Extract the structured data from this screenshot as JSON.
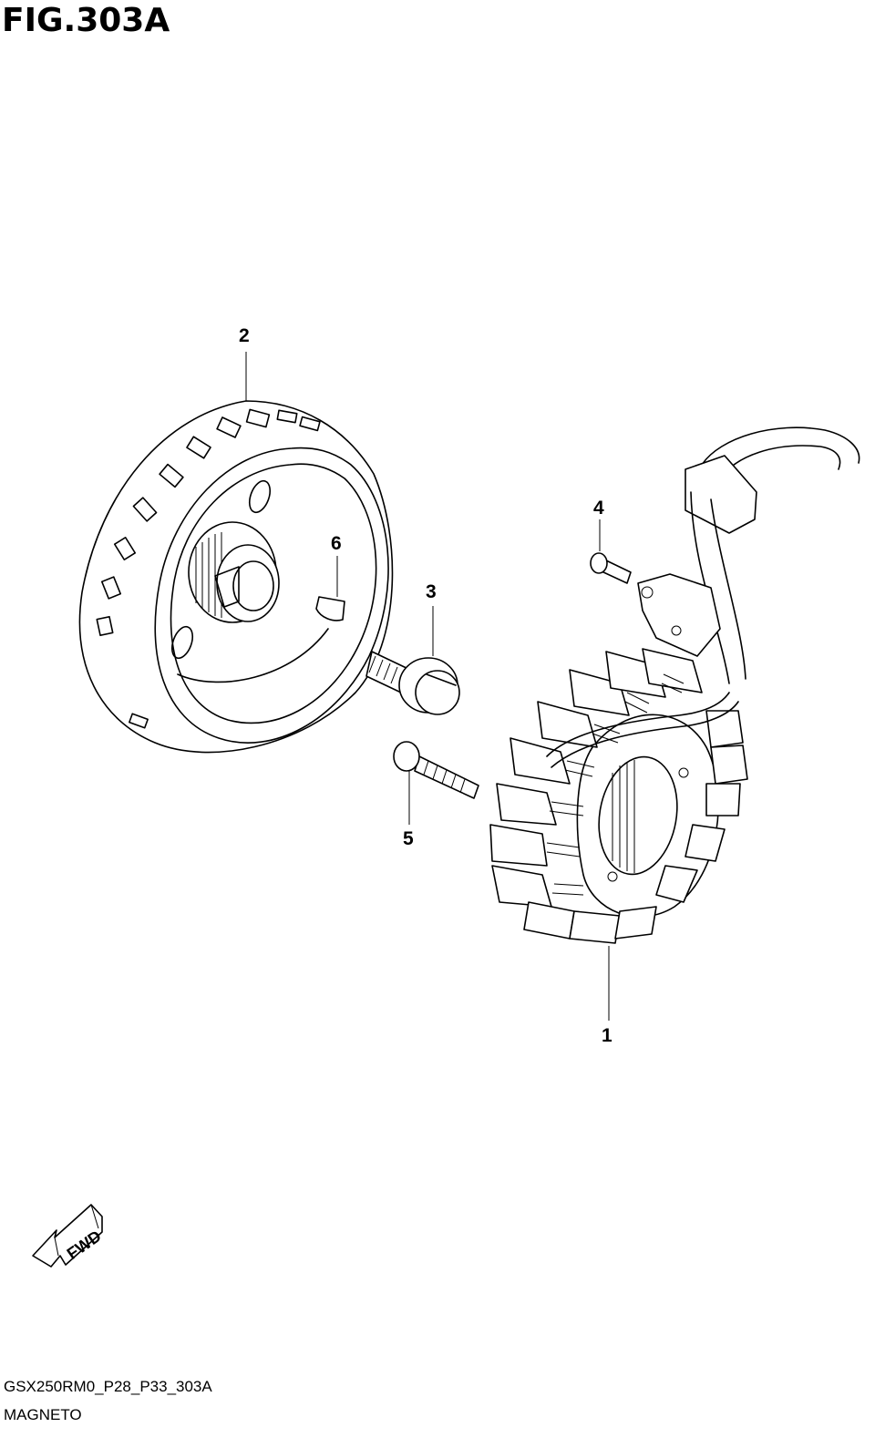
{
  "figure": {
    "title": "FIG.303A",
    "drawing_code": "GSX250RM0_P28_P33_303A",
    "section_name": "MAGNETO"
  },
  "callouts": [
    {
      "id": "1",
      "label": "1"
    },
    {
      "id": "2",
      "label": "2"
    },
    {
      "id": "3",
      "label": "3"
    },
    {
      "id": "4",
      "label": "4"
    },
    {
      "id": "5",
      "label": "5"
    },
    {
      "id": "6",
      "label": "6"
    }
  ],
  "direction_arrow": {
    "label": "FWD"
  }
}
